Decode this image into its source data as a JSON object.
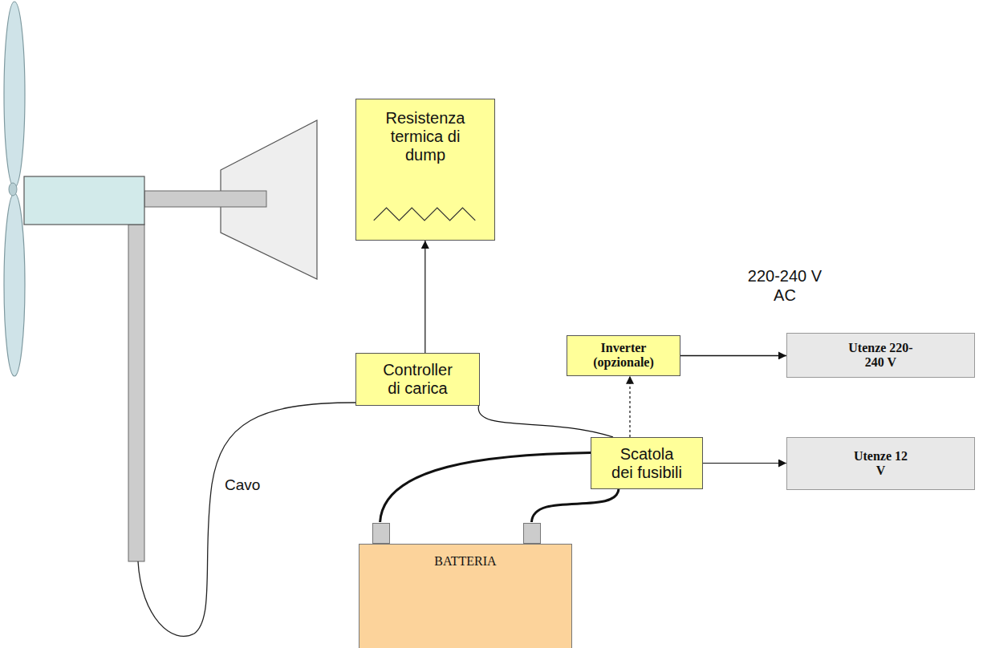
{
  "diagram": {
    "nodes": [
      {
        "text": [
          "Resistenza termica di dump"
        ]
      },
      {
        "text": [
          "Inverter (opzionale)"
        ]
      },
      {
        "text": [
          "Utenze 220-240 V"
        ]
      },
      {
        "text": [
          "Controller di carica"
        ]
      },
      {
        "text": [
          "Scatola dei fusibili"
        ]
      },
      {
        "text": [
          "Utenze 12 V"
        ]
      },
      {
        "text": [
          "BATTERIA"
        ]
      }
    ],
    "edges": [
      {
        "from": 3,
        "to": 0,
        "arrow": "to"
      },
      {
        "from": 1,
        "to": 2,
        "arrow": "to",
        "label": "220-240 V AC"
      },
      {
        "from": 3,
        "to": 4,
        "arrow": "none"
      },
      {
        "from": 4,
        "to": 1,
        "arrow": "to"
      },
      {
        "from": 4,
        "to": 5,
        "arrow": "to"
      },
      {
        "from": 6,
        "to": 4,
        "arrow": "none"
      },
      {
        "from": 6,
        "to": 4,
        "arrow": "none"
      }
    ],
    "labels": [
      "Cavo"
    ]
  }
}
